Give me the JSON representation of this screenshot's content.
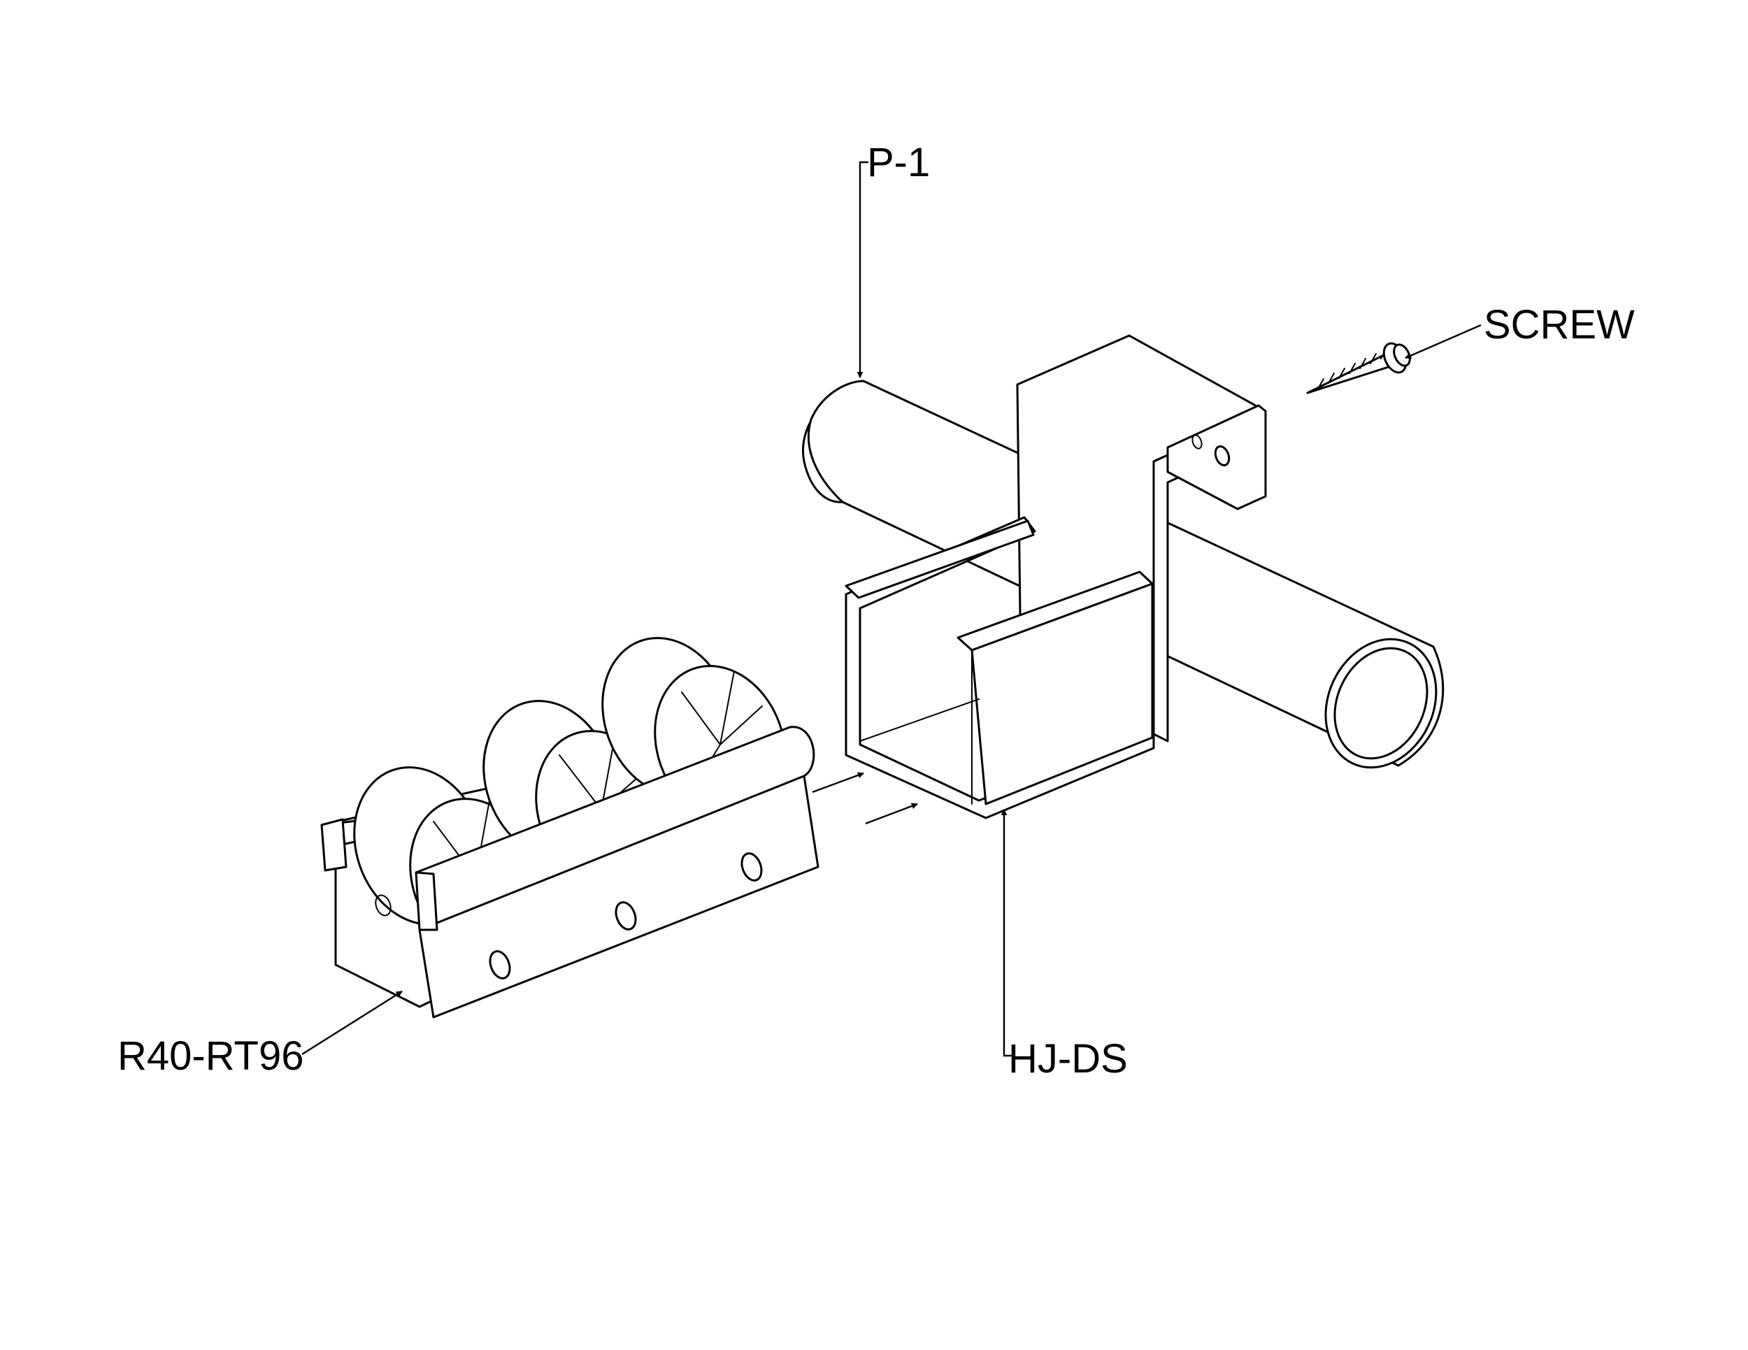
{
  "labels": {
    "pipe": "P-1",
    "screw": "SCREW",
    "roller": "R40-RT96",
    "bracket": "HJ-DS"
  },
  "colors": {
    "line": "#000000",
    "background": "#ffffff"
  }
}
